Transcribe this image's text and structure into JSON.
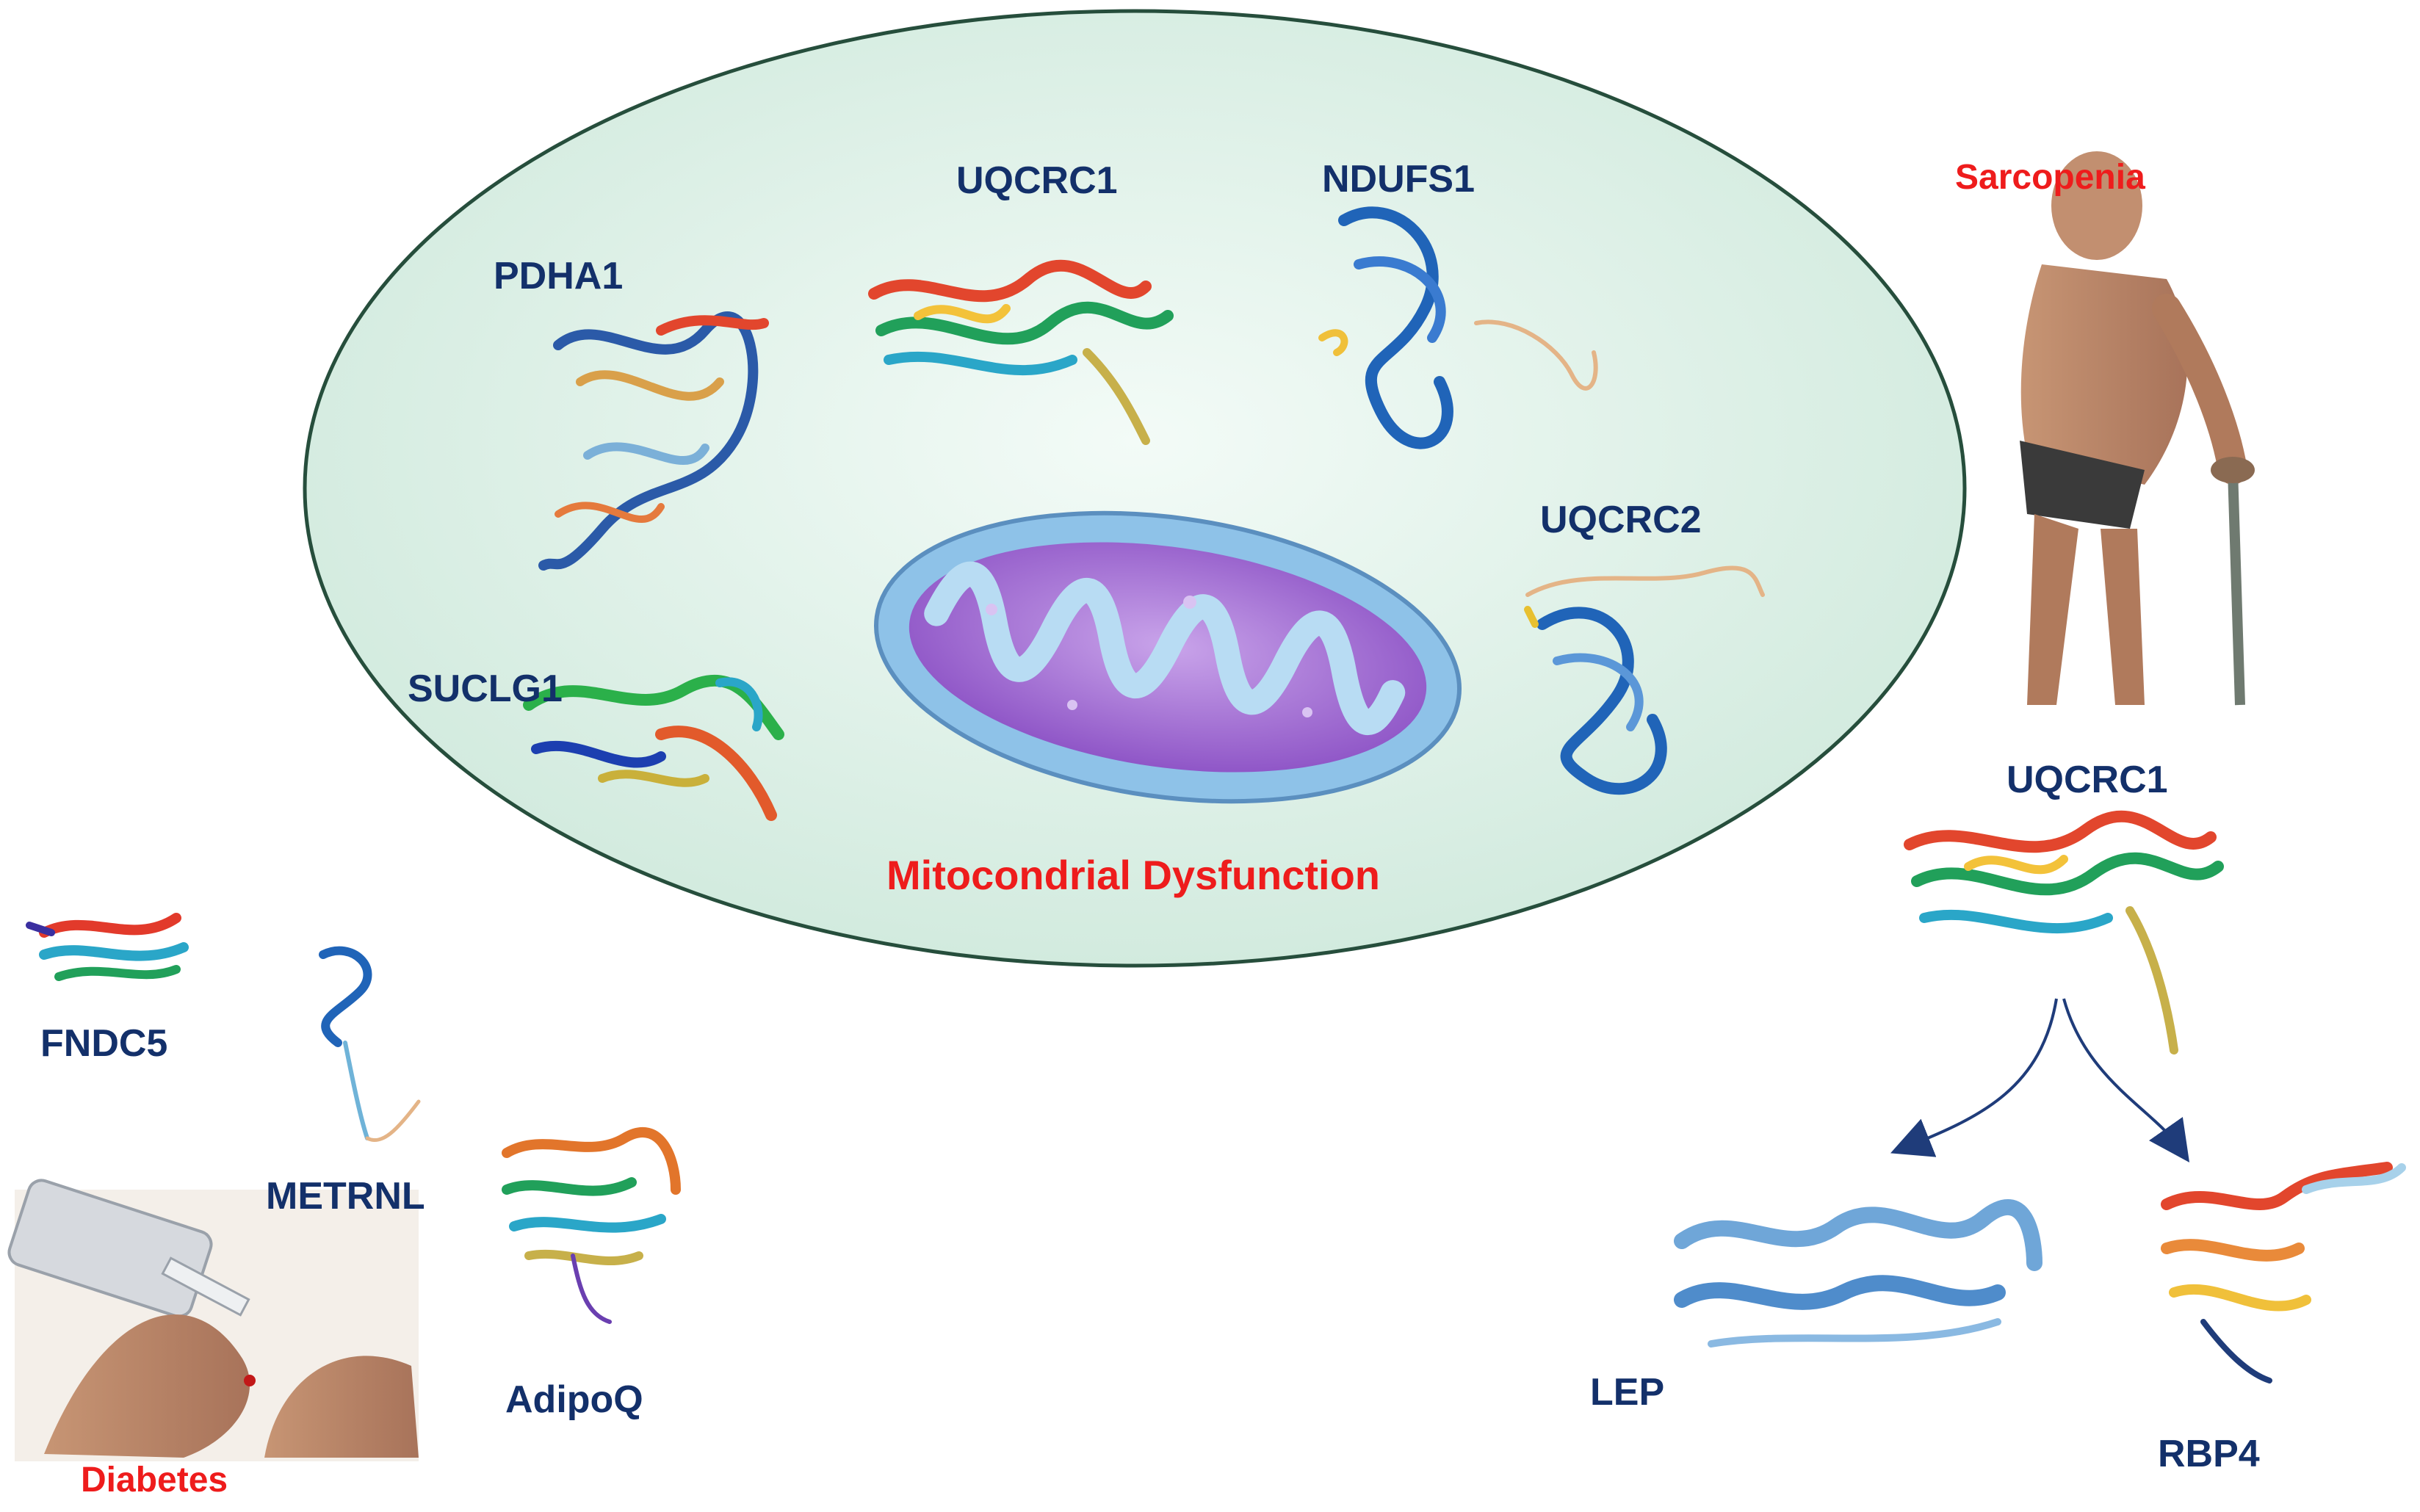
{
  "colors": {
    "label_navy": "#13306a",
    "label_red": "#ee1c1c",
    "ellipse_fill": "#dcefe6",
    "ellipse_stroke": "#264e3c",
    "mito_outer": "#8ec2e8",
    "mito_inner": "#8a4fc4"
  },
  "icons": {
    "mitochondrion": "mitochondrion-illustration",
    "sarcopenia": "elderly-man-with-cane-illustration",
    "diabetes": "glucose-meter-finger-prick-photo",
    "protein": "protein-ribbon-structure"
  },
  "ellipse": {
    "title": "Mitocondrial Dysfunction",
    "proteins": [
      "PDHA1",
      "UQCRC1",
      "NDUFS1",
      "UQCRC2",
      "SUCLG1"
    ]
  },
  "diabetes": {
    "title": "Diabetes",
    "proteins": [
      "FNDC5",
      "METRNL",
      "AdipoQ"
    ]
  },
  "sarcopenia": {
    "title": "Sarcopenia",
    "hub_protein": "UQCRC1",
    "targets": [
      "LEP",
      "RBP4"
    ]
  }
}
